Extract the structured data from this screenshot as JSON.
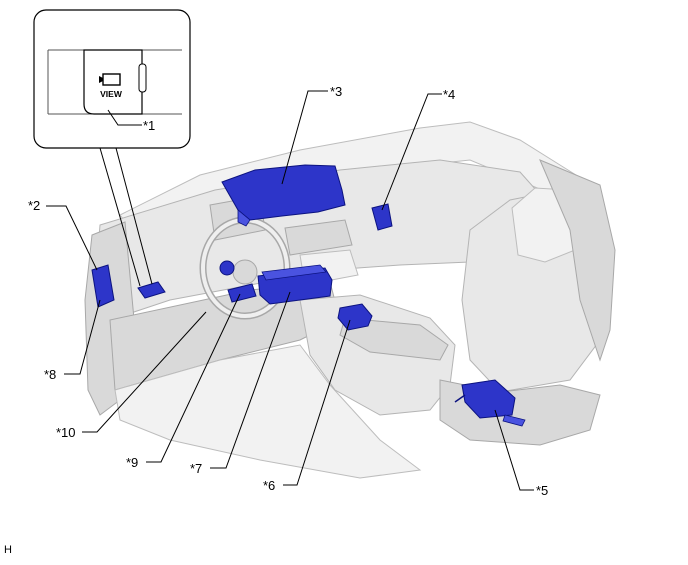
{
  "callouts": {
    "c1": "*1",
    "c2": "*2",
    "c3": "*3",
    "c4": "*4",
    "c5": "*5",
    "c6": "*6",
    "c7": "*7",
    "c8": "*8",
    "c9": "*9",
    "c10": "*10"
  },
  "inset": {
    "switch_label": "VIEW",
    "switch_icon": "camera-view-icon"
  },
  "corner_mark": "H",
  "colors": {
    "component": "#2d35c9",
    "vehicle_body": "#e8e8e8",
    "line": "#000000"
  }
}
